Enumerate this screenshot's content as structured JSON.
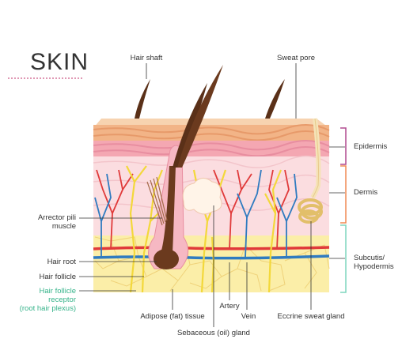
{
  "title": "SKIN",
  "colors": {
    "epidermis_bracket": "#b04a8f",
    "dermis_bracket": "#f08a54",
    "subcutis_bracket": "#7fd6bd",
    "receptor_label": "#36b38a",
    "title_underline": "#c0306a"
  },
  "labels": {
    "hair_shaft": "Hair shaft",
    "sweat_pore": "Sweat pore",
    "epidermis": "Epidermis",
    "dermis": "Dermis",
    "subcutis": "Subcutis/\nHypodermis",
    "arrector": "Arrector pili\nmuscle",
    "hair_root": "Hair root",
    "hair_follicle": "Hair follicle",
    "receptor": "Hair follicle\nreceptor\n(root hair plexus)",
    "adipose": "Adipose (fat) tissue",
    "artery": "Artery",
    "vein": "Vein",
    "eccrine": "Eccrine sweat gland",
    "sebaceous": "Sebaceous (oil) gland"
  }
}
